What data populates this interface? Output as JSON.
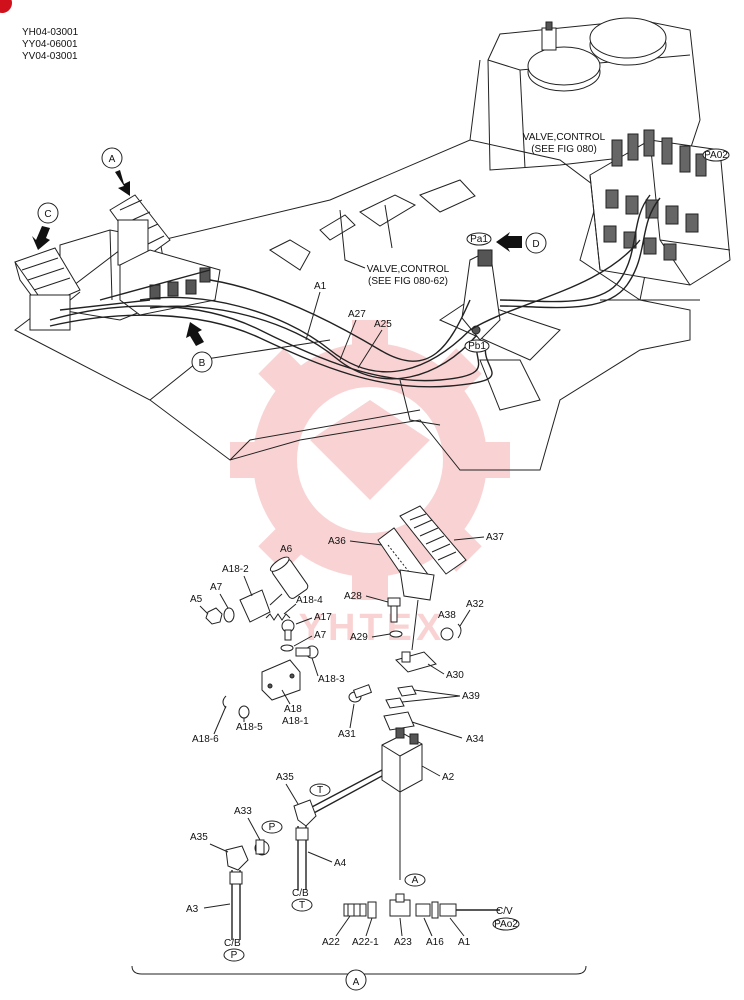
{
  "header": {
    "codes": [
      "YH04-03001",
      "YY04-06001",
      "YV04-03001"
    ],
    "corner_marker_color": "#d0101a"
  },
  "callouts": {
    "valve_control_1": [
      "VALVE,CONTROL",
      "(SEE FIG 080)"
    ],
    "valve_control_2": [
      "VALVE,CONTROL",
      "(SEE FIG 080-62)"
    ]
  },
  "view_markers": [
    "A",
    "B",
    "C",
    "D"
  ],
  "port_tags": [
    "PA02",
    "Pa1",
    "Pb1",
    "T",
    "P",
    "T",
    "P",
    "A",
    "PAo2"
  ],
  "upper_part_labels": [
    "A1",
    "A27",
    "A25"
  ],
  "detail_labels": [
    "A6",
    "A18-2",
    "A7",
    "A5",
    "A18-4",
    "A17",
    "A7",
    "A18-3",
    "A18",
    "A18-1",
    "A18-6",
    "A18-5",
    "A36",
    "A37",
    "A28",
    "A29",
    "A38",
    "A32",
    "A30",
    "A31",
    "A39",
    "A34",
    "A2",
    "A35",
    "A33",
    "A35",
    "A4",
    "A3",
    "C/B",
    "C/B",
    "A22",
    "A22-1",
    "A23",
    "A16",
    "A1",
    "C/V"
  ],
  "bracket_label": "A",
  "watermark": {
    "text": "YHTEX",
    "color": "#e83a3a"
  }
}
